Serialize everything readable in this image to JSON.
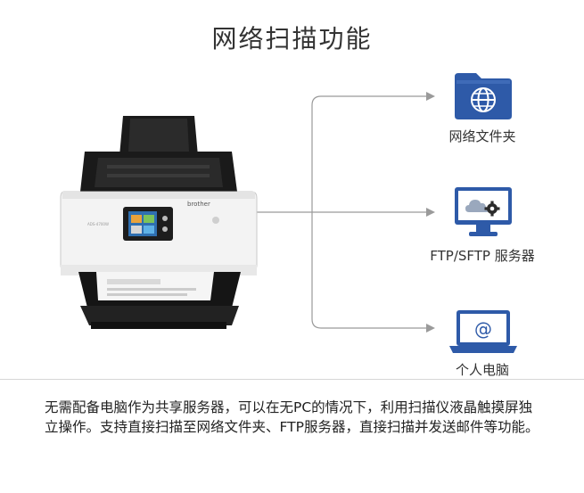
{
  "title": "网络扫描功能",
  "destinations": [
    {
      "label": "网络文件夹",
      "icon": "network-folder-icon"
    },
    {
      "label": "FTP/SFTP 服务器",
      "icon": "ftp-server-icon"
    },
    {
      "label": "个人电脑",
      "icon": "personal-computer-icon"
    }
  ],
  "scanner": {
    "brand": "brother",
    "icon": "document-scanner"
  },
  "description": "无需配备电脑作为共享服务器，可以在无PC的情况下，利用扫描仪液晶触摸屏独立操作。支持直接扫描至网络文件夹、FTP服务器，直接扫描并发送邮件等功能。",
  "colors": {
    "accent": "#2e5aa8",
    "line": "#9a9a9a",
    "text": "#333333"
  }
}
